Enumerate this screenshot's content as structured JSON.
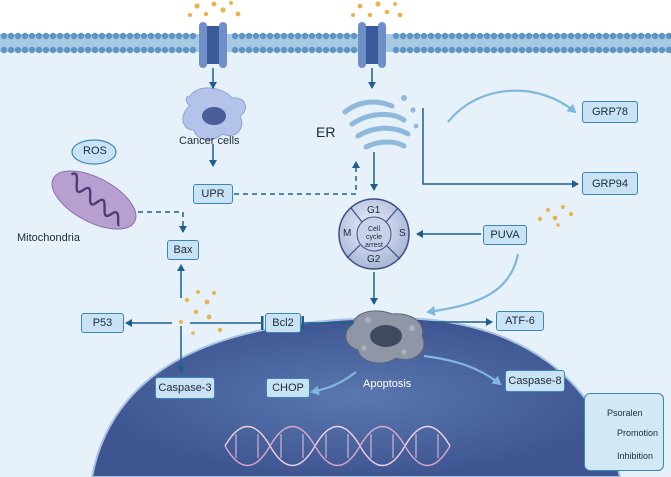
{
  "labels": {
    "cancer_cells": "Cancer cells",
    "er": "ER",
    "ros": "ROS",
    "mitochondria": "Mitochondria",
    "apoptosis": "Apoptosis"
  },
  "boxes": {
    "grp78": "GRP78",
    "grp94": "GRP94",
    "upr": "UPR",
    "bax": "Bax",
    "puva": "PUVA",
    "p53": "P53",
    "bcl2": "Bcl2",
    "atf6": "ATF-6",
    "chop": "CHOP",
    "caspase3": "Caspase-3",
    "caspase8": "Caspase-8"
  },
  "cell_cycle": {
    "g1": "G1",
    "s": "S",
    "g2": "G2",
    "m": "M",
    "center": "Cell cycle arrest"
  },
  "legend": {
    "psoralen": "Psoralen",
    "promotion": "Promotion",
    "inhibition": "Inhibition"
  },
  "colors": {
    "membrane": "#6fa3c9",
    "cytoplasm": "#e6f1f9",
    "nucleus": "#4f5d8a",
    "box_fill": "#c9e3f5",
    "arrow": "#1f5f8f",
    "psoralen": "#e8b452"
  }
}
